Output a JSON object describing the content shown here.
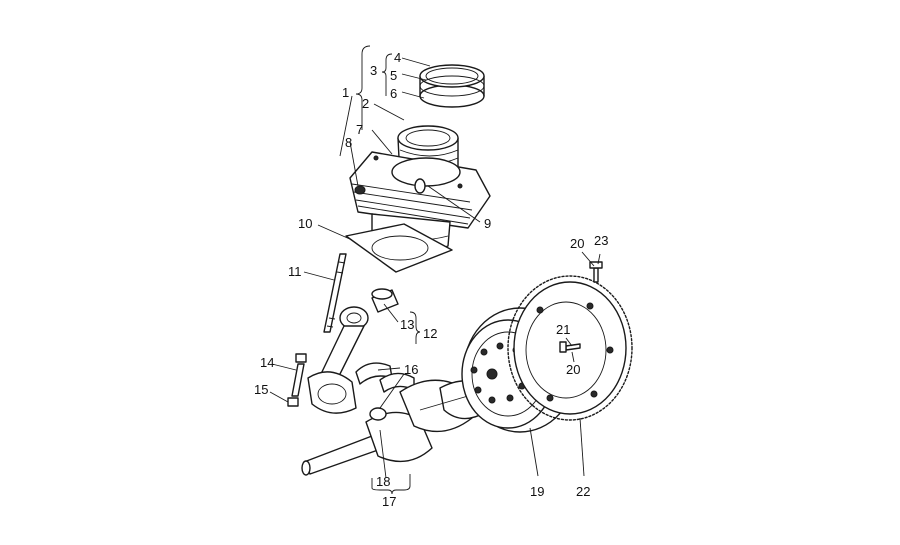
{
  "callouts": {
    "c1": "1",
    "c2": "2",
    "c3": "3",
    "c4": "4",
    "c5": "5",
    "c6": "6",
    "c7": "7",
    "c8": "8",
    "c9": "9",
    "c10": "10",
    "c11": "11",
    "c12": "12",
    "c13": "13",
    "c14": "14",
    "c15": "15",
    "c16": "16",
    "c17": "17",
    "c18": "18",
    "c19": "19",
    "c20a": "20",
    "c20b": "20",
    "c21": "21",
    "c22": "22",
    "c23": "23"
  }
}
